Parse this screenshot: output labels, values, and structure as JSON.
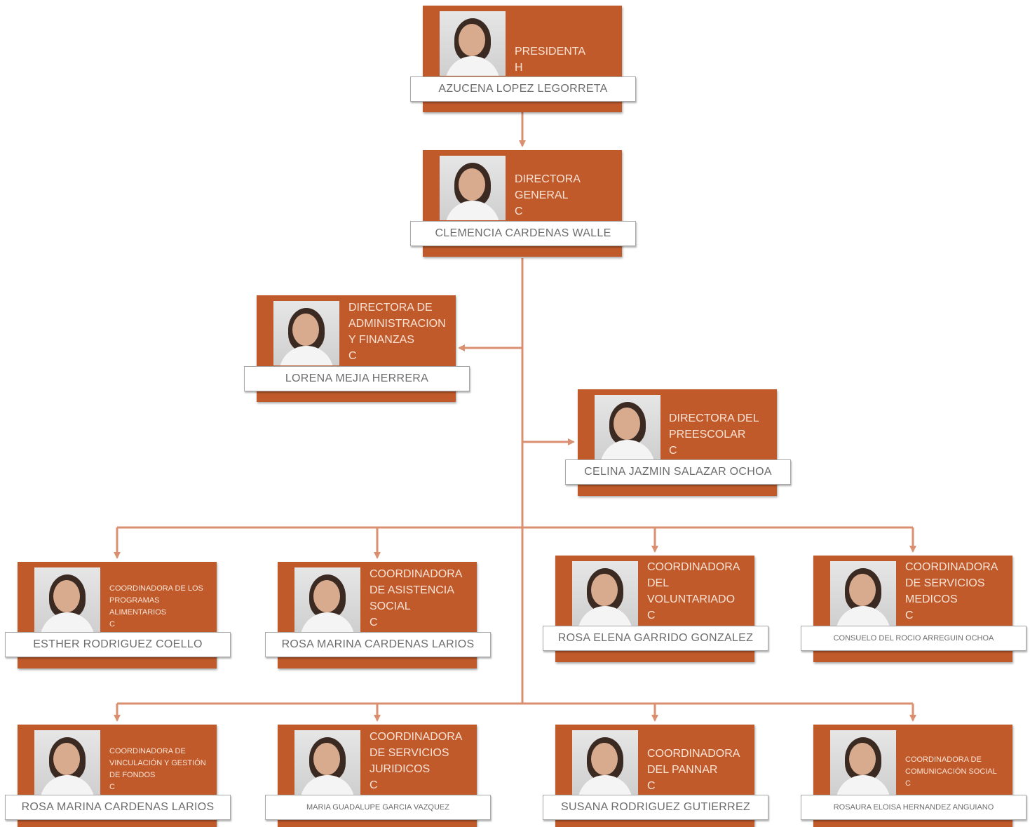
{
  "colors": {
    "box_fill": "#c05a2a",
    "title_text": "#fbe3d6",
    "name_text": "#6d6d6d",
    "connector": "#d98f70"
  },
  "nodes": [
    {
      "id": "presidenta",
      "title_lines": [
        "PRESIDENTA",
        "H"
      ],
      "name": "AZUCENA LOPEZ LEGORRETA"
    },
    {
      "id": "directora-general",
      "title_lines": [
        "DIRECTORA",
        "GENERAL",
        "C"
      ],
      "name": "CLEMENCIA CARDENAS WALLE"
    },
    {
      "id": "admin-finanzas",
      "title_lines": [
        "DIRECTORA DE",
        "ADMINISTRACION",
        "Y FINANZAS",
        "C"
      ],
      "name": "LORENA MEJIA HERRERA"
    },
    {
      "id": "preescolar",
      "title_lines": [
        "DIRECTORA DEL",
        "PREESCOLAR",
        "C"
      ],
      "name": "CELINA JAZMIN SALAZAR OCHOA"
    },
    {
      "id": "programas-alimentarios",
      "title_lines": [
        "COORDINADORA DE LOS",
        "PROGRAMAS",
        "ALIMENTARIOS",
        "C"
      ],
      "name": "ESTHER RODRIGUEZ COELLO"
    },
    {
      "id": "asistencia-social",
      "title_lines": [
        "COORDINADORA",
        "DE ASISTENCIA",
        "SOCIAL",
        "C"
      ],
      "name": "ROSA MARINA CARDENAS LARIOS"
    },
    {
      "id": "voluntariado",
      "title_lines": [
        "COORDINADORA",
        "DEL",
        "VOLUNTARIADO",
        "C"
      ],
      "name": "ROSA ELENA GARRIDO GONZALEZ"
    },
    {
      "id": "servicios-medicos",
      "title_lines": [
        "COORDINADORA",
        "DE SERVICIOS",
        "MEDICOS",
        "C"
      ],
      "name": "CONSUELO DEL ROCIO ARREGUIN OCHOA"
    },
    {
      "id": "vinculacion",
      "title_lines": [
        "COORDINADORA DE",
        "VINCULACIÓN Y GESTIÓN",
        "DE FONDOS",
        "C"
      ],
      "name": "ROSA MARINA CARDENAS LARIOS"
    },
    {
      "id": "servicios-juridicos",
      "title_lines": [
        "COORDINADORA",
        "DE SERVICIOS",
        "JURIDICOS",
        "C"
      ],
      "name": "MARIA GUADALUPE GARCIA VAZQUEZ"
    },
    {
      "id": "pannar",
      "title_lines": [
        "COORDINADORA",
        "DEL PANNAR",
        "C"
      ],
      "name": "SUSANA RODRIGUEZ GUTIERREZ"
    },
    {
      "id": "comunicacion-social",
      "title_lines": [
        "COORDINADORA  DE",
        "COMUNICACIÓN SOCIAL",
        "C"
      ],
      "name": "ROSAURA ELOISA HERNANDEZ ANGUIANO"
    }
  ]
}
